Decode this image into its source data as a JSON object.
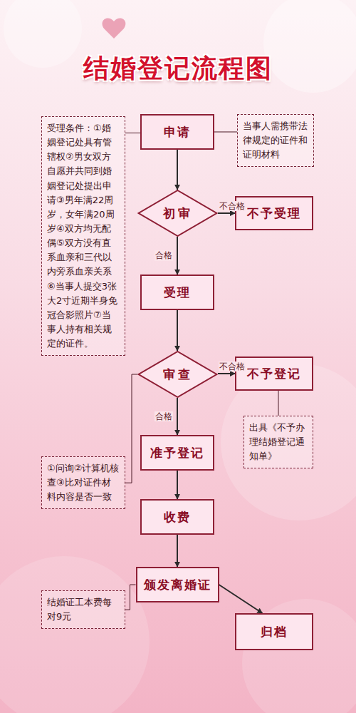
{
  "diagram": {
    "title": "结婚登记流程图",
    "nodes": [
      {
        "text": [
          "申请"
        ]
      },
      {
        "text": [
          "当事人需携带法律规定的证件和证明材料"
        ]
      },
      {
        "text": [
          "受理条件：①婚姻登记处具有管辖权②男女双方自愿并共同到婚姻登记处提出申请③男年满22周岁，女年满20周岁④双方均无配偶⑤双方没有直系血亲和三代以内旁系血亲关系⑥当事人提交3张大2寸近期半身免冠合影照片⑦当事人持有相关规定的证件。"
        ]
      },
      {
        "text": [
          "初审"
        ]
      },
      {
        "text": [
          "不予受理"
        ]
      },
      {
        "text": [
          "受理"
        ]
      },
      {
        "text": [
          "审查"
        ]
      },
      {
        "text": [
          "不予登记"
        ]
      },
      {
        "text": [
          "出具《不予办理结婚登记通知单》"
        ]
      },
      {
        "text": [
          "准予登记"
        ]
      },
      {
        "text": [
          "①问询②计算机核查③比对证件材料内容是否一致"
        ]
      },
      {
        "text": [
          "收费"
        ]
      },
      {
        "text": [
          "颁发离婚证"
        ]
      },
      {
        "text": [
          "结婚证工本费每对9元"
        ]
      },
      {
        "text": [
          "归档"
        ]
      }
    ],
    "edges": [
      {
        "from": 0,
        "to": 3,
        "arrow": "to"
      },
      {
        "from": 3,
        "to": 4,
        "label": "不合格",
        "arrow": "to"
      },
      {
        "from": 3,
        "to": 5,
        "label": "合格",
        "arrow": "to"
      },
      {
        "from": 5,
        "to": 6,
        "arrow": "to"
      },
      {
        "from": 6,
        "to": 7,
        "label": "不合格",
        "arrow": "to"
      },
      {
        "from": 6,
        "to": 9,
        "label": "合格",
        "arrow": "to"
      },
      {
        "from": 9,
        "to": 11,
        "arrow": "to"
      },
      {
        "from": 11,
        "to": 12,
        "arrow": "to"
      },
      {
        "from": 12,
        "to": 14,
        "arrow": "to"
      },
      {
        "from": 0,
        "to": 1,
        "arrow": "none"
      },
      {
        "from": 2,
        "to": 0,
        "arrow": "none"
      },
      {
        "from": 7,
        "to": 8,
        "arrow": "none"
      },
      {
        "from": 6,
        "to": 10,
        "arrow": "none"
      },
      {
        "from": 12,
        "to": 13,
        "arrow": "none"
      }
    ]
  }
}
